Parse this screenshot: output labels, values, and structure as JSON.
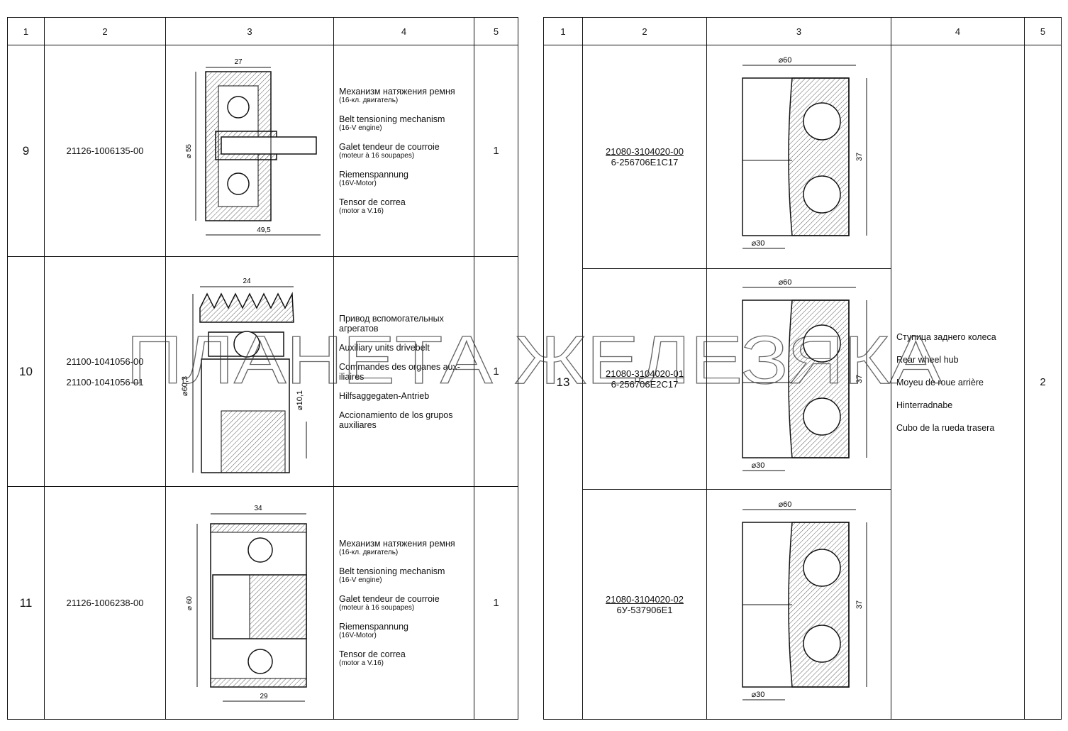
{
  "headers": [
    "1",
    "2",
    "3",
    "4",
    "5"
  ],
  "left_rows": [
    {
      "num": "9",
      "codes": [
        "21126-1006135-00"
      ],
      "qty": "1",
      "dims": {
        "top": "27",
        "side": "⌀ 55",
        "bottom": "49,5"
      },
      "desc": [
        {
          "t": "Механизм натяжения ремня",
          "s": "(16-кл. двигатель)"
        },
        {
          "t": "Belt tensioning mechanism",
          "s": "(16-V engine)"
        },
        {
          "t": "Galet tendeur de courroie",
          "s": "(moteur à 16 soupapes)"
        },
        {
          "t": "Riemenspannung",
          "s": "(16V-Motor)"
        },
        {
          "t": "Tensor de correa",
          "s": "(motor a V.16)"
        }
      ]
    },
    {
      "num": "10",
      "codes": [
        "21100-1041056-00",
        "21100-1041056-01"
      ],
      "qty": "1",
      "dims": {
        "top": "24",
        "side": "⌀60,3",
        "inner": "⌀10,1"
      },
      "desc": [
        {
          "t": "Привод вспомогательных агрегатов",
          "s": ""
        },
        {
          "t": "Auxiliary units drivebelt",
          "s": ""
        },
        {
          "t": "Commandes des organes aux-iliaires",
          "s": ""
        },
        {
          "t": "Hilfsaggegaten-Antrieb",
          "s": ""
        },
        {
          "t": "Accionamiento de los grupos auxiliares",
          "s": ""
        }
      ]
    },
    {
      "num": "11",
      "codes": [
        "21126-1006238-00"
      ],
      "qty": "1",
      "dims": {
        "top": "34",
        "side": "⌀ 60",
        "bottom": "29"
      },
      "desc": [
        {
          "t": "Механизм натяжения ремня",
          "s": "(16-кл. двигатель)"
        },
        {
          "t": "Belt tensioning mechanism",
          "s": "(16-V engine)"
        },
        {
          "t": "Galet tendeur de courroie",
          "s": "(moteur à 16 soupapes)"
        },
        {
          "t": "Riemenspannung",
          "s": "(16V-Motor)"
        },
        {
          "t": "Tensor de correa",
          "s": "(motor a V.16)"
        }
      ]
    }
  ],
  "right": {
    "num": "13",
    "qty": "2",
    "desc": [
      "Ступица заднего колеса",
      "Rear wheel hub",
      "Moyeu de roue arrière",
      "Hinterradnabe",
      "Cubo de la rueda trasera"
    ],
    "subrows": [
      {
        "code": "21080-3104020-00",
        "bearing": "6-256706E1C17",
        "dims": {
          "top": "⌀60",
          "side": "37",
          "bottom": "⌀30"
        }
      },
      {
        "code": "21080-3104020-01",
        "bearing": "6-256706E2C17",
        "dims": {
          "top": "⌀60",
          "side": "37",
          "bottom": "⌀30"
        }
      },
      {
        "code": "21080-3104020-02",
        "bearing": "6У-537906E1",
        "dims": {
          "top": "⌀60",
          "side": "37",
          "bottom": "⌀30"
        }
      }
    ]
  },
  "watermark": "ПЛАНЕТА ЖЕЛЕЗЯКА"
}
